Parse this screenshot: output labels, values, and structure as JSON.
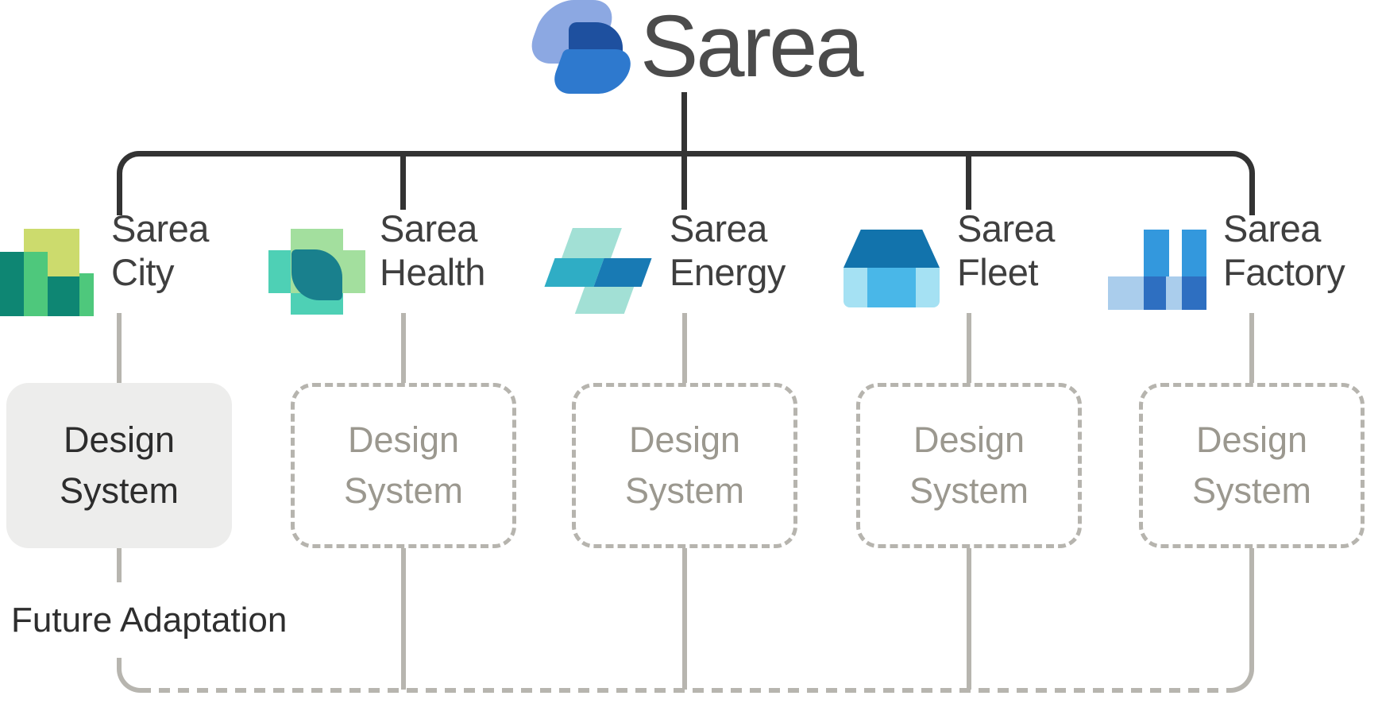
{
  "logo": {
    "wordmark": "Sarea"
  },
  "brands": [
    {
      "line1": "Sarea",
      "line2": "City",
      "icon": "city-buildings-icon"
    },
    {
      "line1": "Sarea",
      "line2": "Health",
      "icon": "health-cross-icon"
    },
    {
      "line1": "Sarea",
      "line2": "Energy",
      "icon": "energy-bolt-icon"
    },
    {
      "line1": "Sarea",
      "line2": "Fleet",
      "icon": "fleet-car-icon"
    },
    {
      "line1": "Sarea",
      "line2": "Factory",
      "icon": "factory-chimneys-icon"
    }
  ],
  "design_system": {
    "line1": "Design",
    "line2": "System",
    "boxes": [
      {
        "brand": "Sarea City",
        "state": "existing"
      },
      {
        "brand": "Sarea Health",
        "state": "planned"
      },
      {
        "brand": "Sarea Energy",
        "state": "planned"
      },
      {
        "brand": "Sarea Fleet",
        "state": "planned"
      },
      {
        "brand": "Sarea Factory",
        "state": "planned"
      }
    ]
  },
  "future_adaptation_label": "Future Adaptation",
  "colors": {
    "tree_line": "#333333",
    "connector_gray": "#b7b5af",
    "box_solid_fill": "#ededec",
    "box_dashed_border": "#b6b4ae",
    "box_text_dark": "#2d2d2d",
    "box_text_gray": "#9b988f",
    "logo_light_blue": "#8ca8e2",
    "logo_dark_blue": "#1e509f",
    "logo_mid_blue": "#2e79ce",
    "city_yellow_green": "#ccdb6d",
    "city_teal": "#0e8673",
    "city_green": "#4ec87c",
    "health_light_green": "#a3df9e",
    "health_teal": "#4ed0b5",
    "health_dark_teal": "#19808d",
    "energy_mint": "#a2e0d5",
    "energy_cyan": "#2fadc5",
    "energy_blue": "#187ab4",
    "fleet_dark_blue": "#1273ac",
    "fleet_mid_blue": "#49b7e8",
    "fleet_light_blue": "#a5e1f3",
    "factory_mid_blue": "#3398dd",
    "factory_dark_blue": "#2e6fc1",
    "factory_light_blue": "#aacdec"
  }
}
